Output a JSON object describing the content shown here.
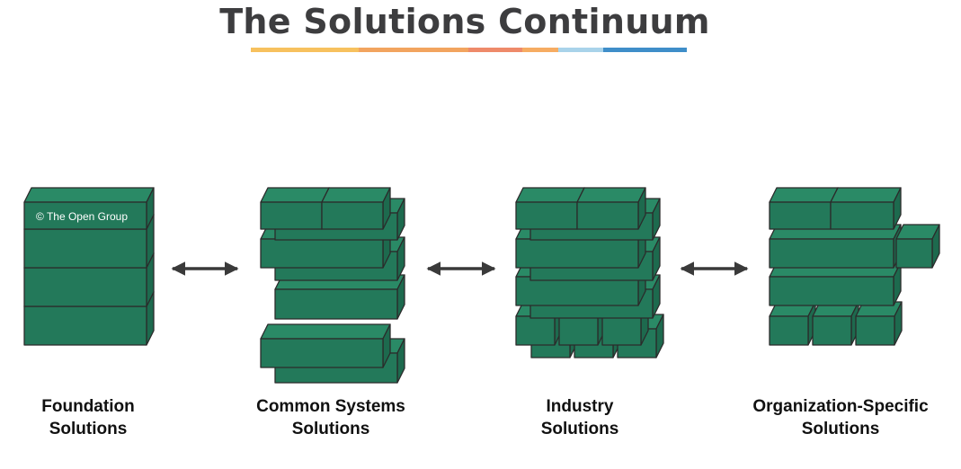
{
  "title": "The Solutions Continuum",
  "colors": {
    "block_front": "#23795a",
    "block_top": "#2a8a66",
    "block_side": "#1d6a4e",
    "outline": "#2b2b2b",
    "arrow": "#3a3a3a",
    "title_text": "#3d3d3f",
    "underline": [
      "#f7c15e",
      "#f2a45f",
      "#ee8a6a",
      "#f6ac62",
      "#a9d3ea",
      "#3f8ec9"
    ]
  },
  "copyright": "© The Open Group",
  "stages": [
    {
      "id": "foundation",
      "line1": "Foundation",
      "line2": "Solutions"
    },
    {
      "id": "common-systems",
      "line1": "Common Systems",
      "line2": "Solutions"
    },
    {
      "id": "industry",
      "line1": "Industry",
      "line2": "Solutions"
    },
    {
      "id": "organization-specific",
      "line1": "Organization-Specific",
      "line2": "Solutions"
    }
  ],
  "arrows": [
    {
      "from": "foundation",
      "to": "common-systems",
      "direction": "bidirectional"
    },
    {
      "from": "common-systems",
      "to": "industry",
      "direction": "bidirectional"
    },
    {
      "from": "industry",
      "to": "organization-specific",
      "direction": "bidirectional"
    }
  ]
}
